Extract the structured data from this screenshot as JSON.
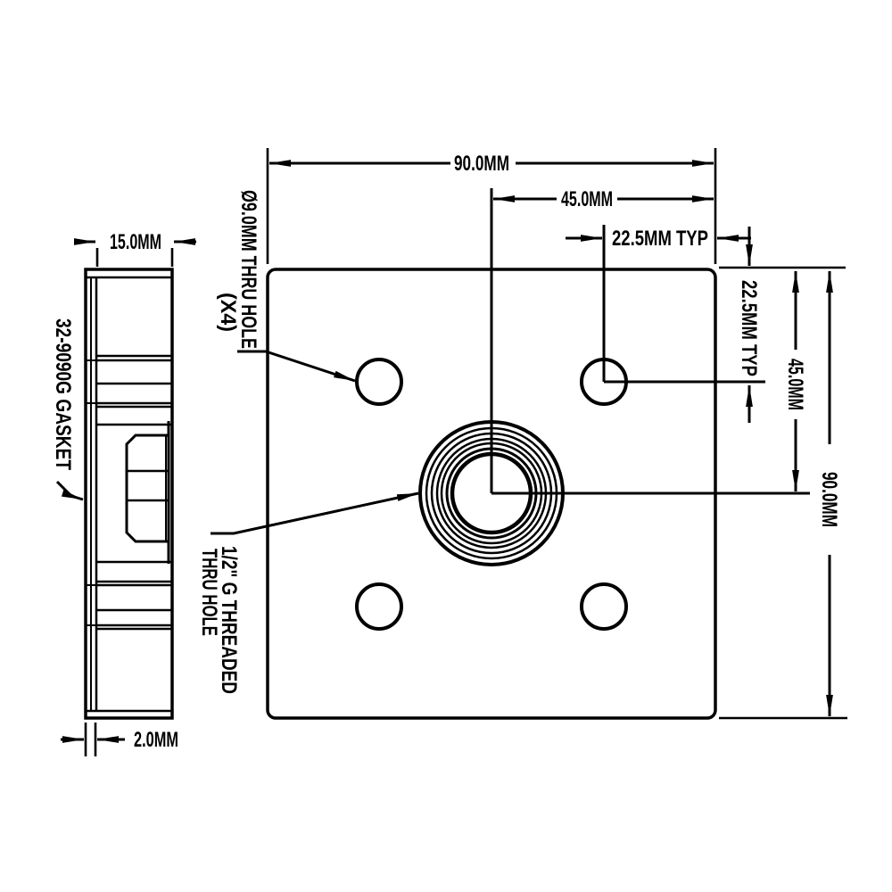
{
  "drawing": {
    "colors": {
      "ink": "#000000",
      "paper": "#ffffff"
    },
    "front_view": {
      "dim_overall_width": "90.0MM",
      "dim_center_to_edge": "45.0MM",
      "dim_hole_offset_top": "22.5MM TYP",
      "dim_hole_offset_right": "22.5MM TYP",
      "dim_center_to_edge_right": "45.0MM",
      "dim_overall_height": "90.0MM",
      "callout_corner_holes": {
        "line1": "Ø9.0MM THRU HOLE",
        "line2": "(X4)"
      },
      "callout_center_hole": {
        "line1": "1/2\" G THREADED",
        "line2": "THRU HOLE"
      }
    },
    "side_view": {
      "dim_plate_thickness": "15.0MM",
      "dim_gasket_thickness": "2.0MM",
      "label_gasket": "32-9090G GASKET"
    }
  }
}
